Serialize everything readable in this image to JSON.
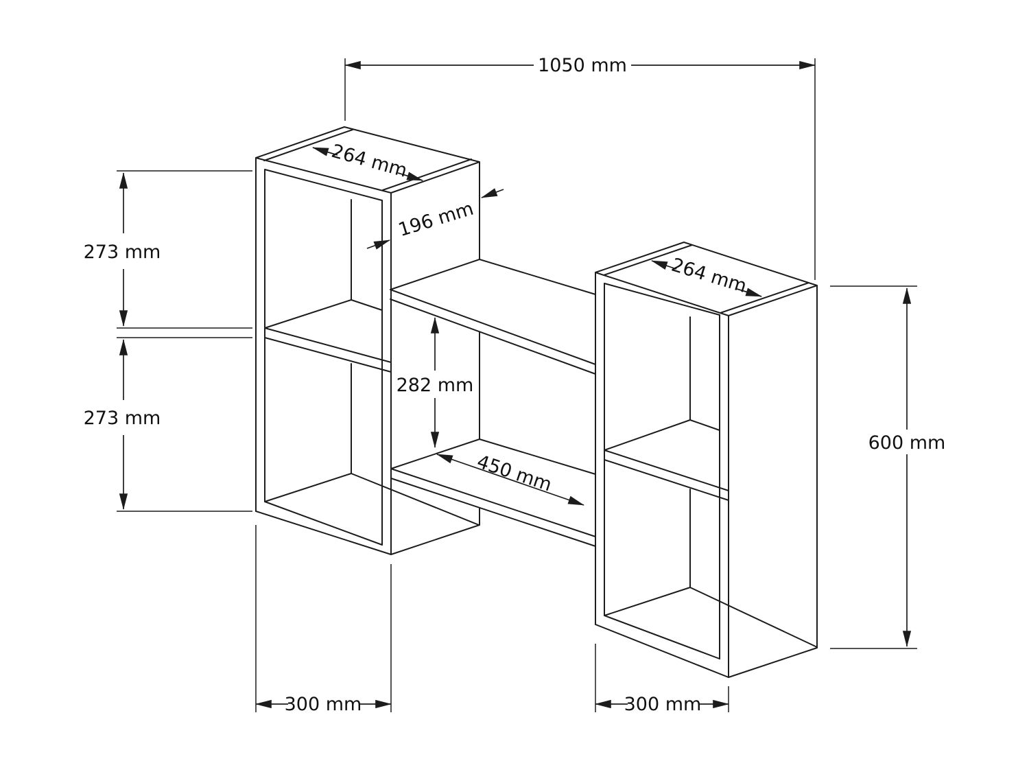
{
  "drawing": {
    "type": "technical-dimension-diagram",
    "subject": "wall-mounted shelf unit, isometric view",
    "units": "mm",
    "background_color": "#ffffff",
    "line_color": "#1c1c1c",
    "dimensions": {
      "total_width": "1050 mm",
      "left_box_top_inner_width": "264 mm",
      "box_depth": "196 mm",
      "right_box_top_inner_width": "264 mm",
      "left_box_upper_compartment_height": "273 mm",
      "left_box_lower_compartment_height": "273 mm",
      "middle_shelf_gap_height": "282 mm",
      "middle_shelf_length": "450 mm",
      "right_box_height": "600 mm",
      "left_box_width": "300 mm",
      "right_box_width": "300 mm"
    }
  }
}
